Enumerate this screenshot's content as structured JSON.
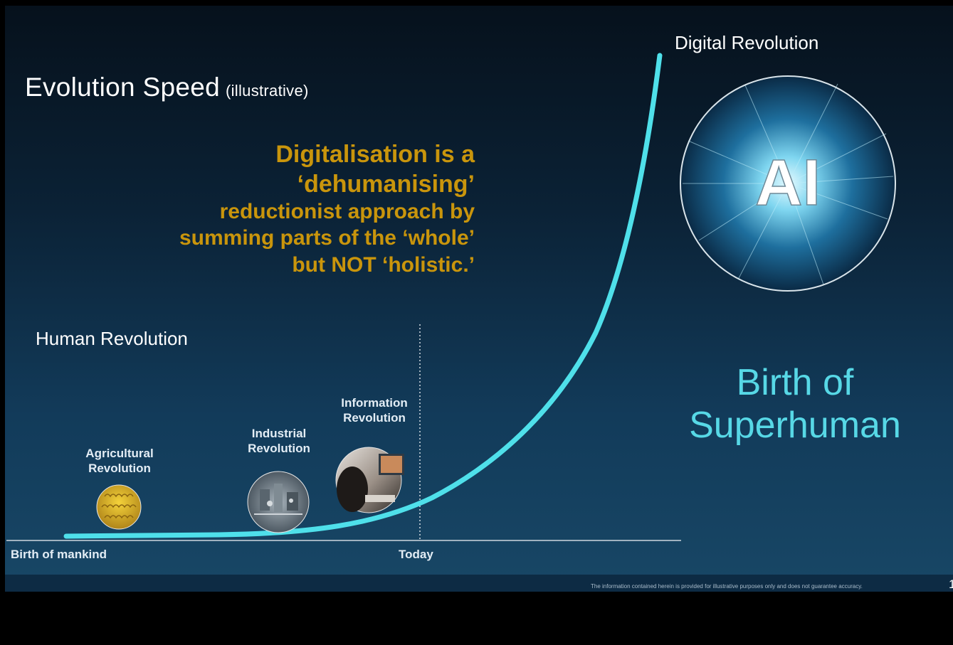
{
  "title": "Evolution Speed",
  "title_sub": "(illustrative)",
  "headline": {
    "line1": "Digitalisation is a",
    "line2": "‘dehumanising’",
    "line3": "reductionist approach by",
    "line4": "summing parts of the ‘whole’",
    "line5": "but NOT ‘holistic.’"
  },
  "labels": {
    "human_revolution": "Human Revolution",
    "digital_revolution": "Digital Revolution",
    "birth_superhuman_1": "Birth of",
    "birth_superhuman_2": "Superhuman",
    "ai_text": "AI"
  },
  "stages": {
    "agricultural_1": "Agricultural",
    "agricultural_2": "Revolution",
    "industrial_1": "Industrial",
    "industrial_2": "Revolution",
    "information_1": "Information",
    "information_2": "Revolution"
  },
  "axis": {
    "start": "Birth of mankind",
    "today": "Today"
  },
  "disclaimer": "The information contained herein is provided for illustrative purposes only and does not guarantee accuracy.",
  "page_number": "1",
  "colors": {
    "headline": "#c9950c",
    "curve": "#4fe0ea",
    "superhuman": "#57d8e6"
  }
}
